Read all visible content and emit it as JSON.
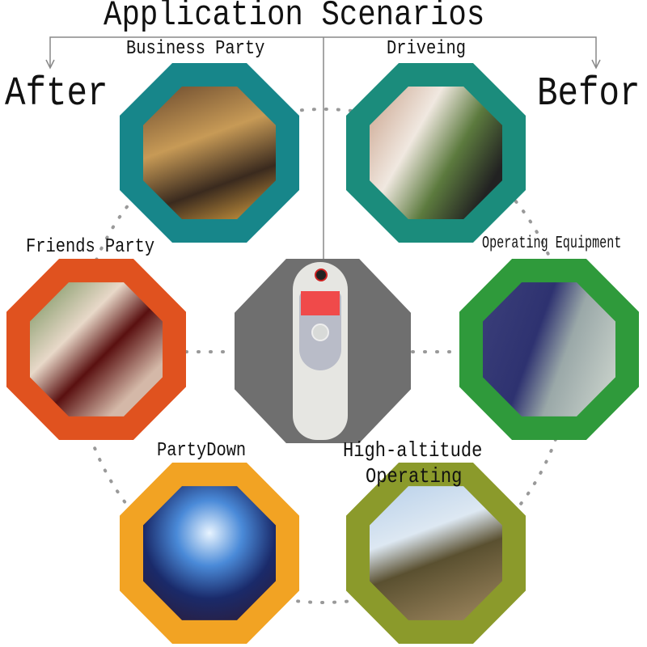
{
  "title": "Application Scenarios",
  "left_word": "After",
  "right_word": "Befor",
  "scenarios": [
    {
      "label": "Business Party",
      "color": "#17868a"
    },
    {
      "label": "Driveing",
      "color": "#1b8c7c"
    },
    {
      "label": "Friends Party",
      "color": "#e0521f"
    },
    {
      "label": "Operating Equipment",
      "color": "#2f9a3b"
    },
    {
      "label": "PartyDown",
      "color": "#f2a323"
    },
    {
      "label": "High-altitude",
      "label2": "Operating",
      "color": "#8b9a2b"
    }
  ],
  "center_color": "#6f6f6f"
}
